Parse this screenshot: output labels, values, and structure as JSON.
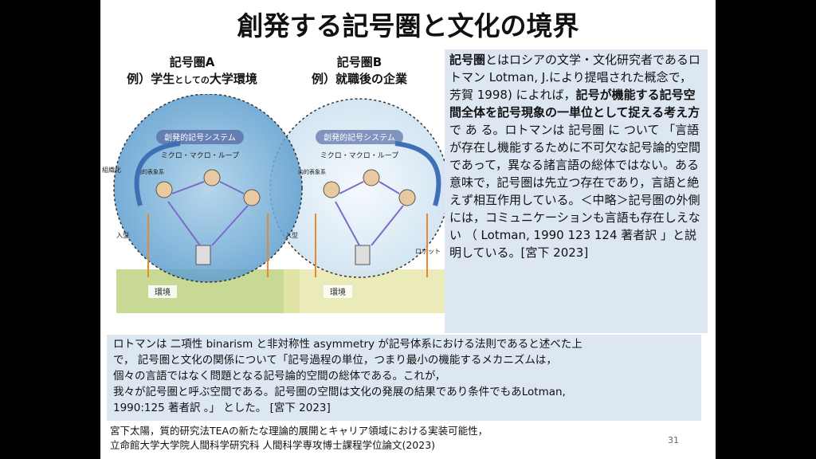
{
  "slide": {
    "title": "創発する記号圏と文化の境界",
    "labels": {
      "a_title": "記号圏A",
      "a_sub_prefix": "例）学生",
      "a_sub_small": "としての",
      "a_sub_suffix": "大学環境",
      "b_title": "記号圏B",
      "b_sub": "例）就職後の企業"
    },
    "figure": {
      "system_label": "創発的記号システム",
      "loop_label": "ミクロ・マクロ・ループ",
      "left_label": "組織化",
      "inner_label": "内的表象系",
      "entry_label": "入型",
      "env_label": "環境",
      "robot_label": "ロボット"
    },
    "side_box": {
      "b1": "記号圏",
      "t1": "とはロシアの文学・文化研究者であるロトマン Lotman, J.により提唱された概念で，芳賀 1998) によれば，",
      "b2": "記号が機能する記号空間全体を記号現象の一単位として捉える考え方",
      "t2": "で あ る。ロトマンは 記号圏 に ついて 「言語が存在し機能するために不可欠な記号論的空間であって，異なる諸言語の総体ではない。ある意味で，記号圏は先立つ存在であり，言語と絶えず相互作用している。＜中略＞記号圏の外側には，コミュニケーションも言語も存在しえない （ Lotman, 1990 123 124 著者訳 」と説明している。[宮下 2023]"
    },
    "bottom_box": {
      "line1": "ロトマンは 二項性 binarism と非対称性 asymmetry が記号体系における法則であると述べた上",
      "line2": "で， 記号圏と文化の関係について「記号過程の単位，つまり最小の機能するメカニズムは，",
      "line3": "個々の言語ではなく問題となる記号論的空間の総体である。これが，",
      "line4": "我々が記号圏と呼ぶ空間である。記号圏の空間は文化の発展の結果であり条件でもあLotman,",
      "line5": "1990:125 著者訳 。」 とした。 [宮下 2023]"
    },
    "footer": {
      "line1": "宮下太陽，質的研究法TEAの新たな理論的展開とキャリア領域における実装可能性，",
      "line2": "立命館大学大学院人間科学研究科 人間科学専攻博士課程学位論文(2023)"
    },
    "page_number": "31"
  }
}
